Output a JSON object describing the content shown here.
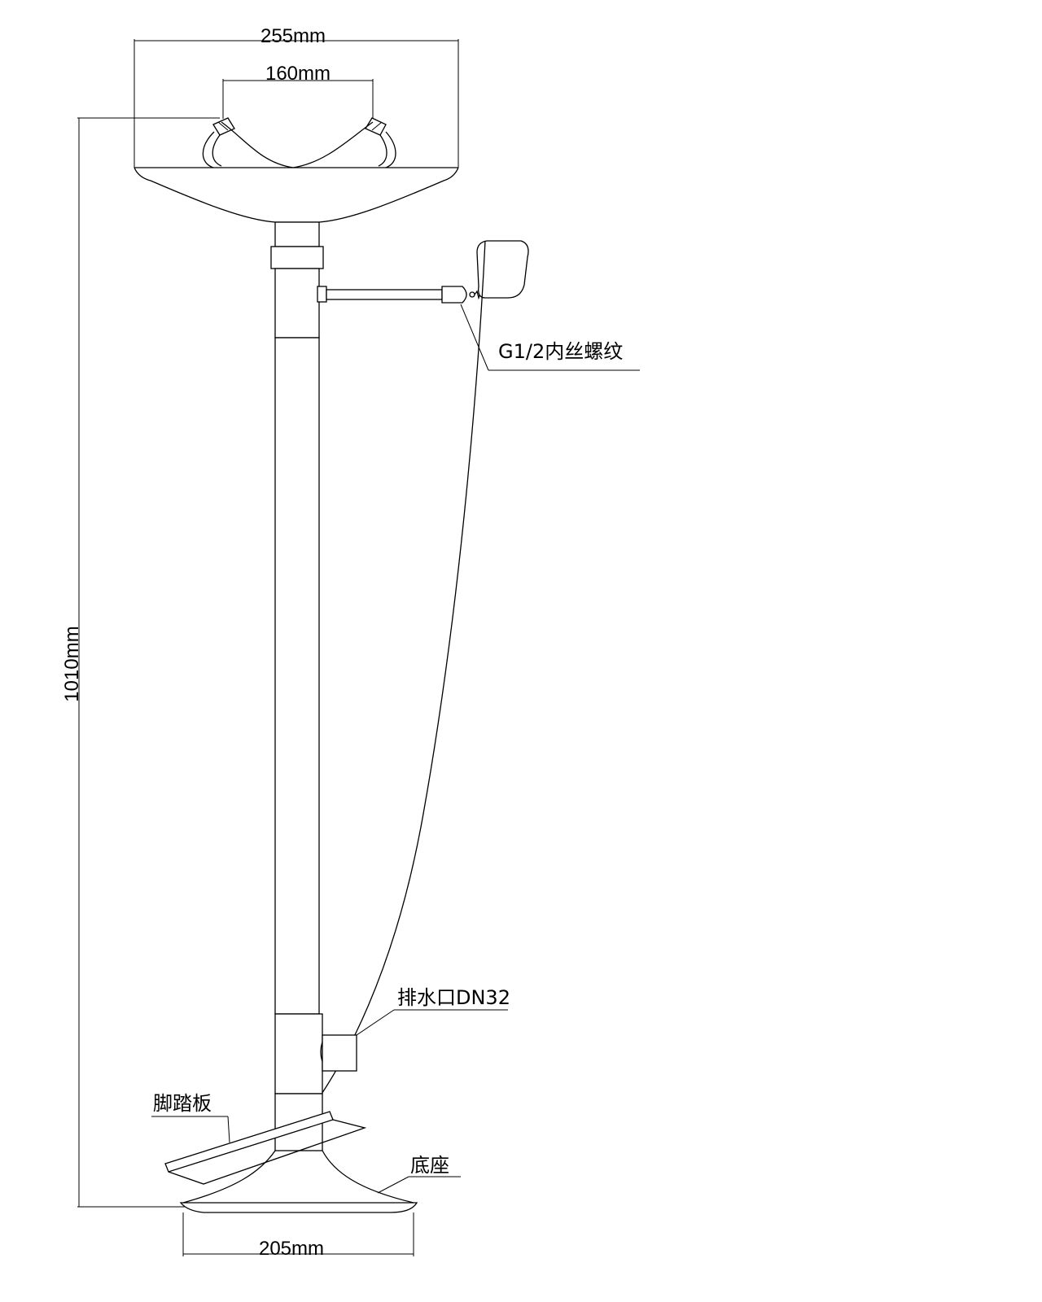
{
  "dimensions": {
    "bowl_outer_width": "255mm",
    "bowl_inner_width": "160mm",
    "total_height": "1010mm",
    "base_width": "205mm"
  },
  "labels": {
    "inlet_thread": "G1/2内丝螺纹",
    "drain_outlet": "排水口DN32",
    "foot_pedal": "脚踏板",
    "base": "底座"
  }
}
